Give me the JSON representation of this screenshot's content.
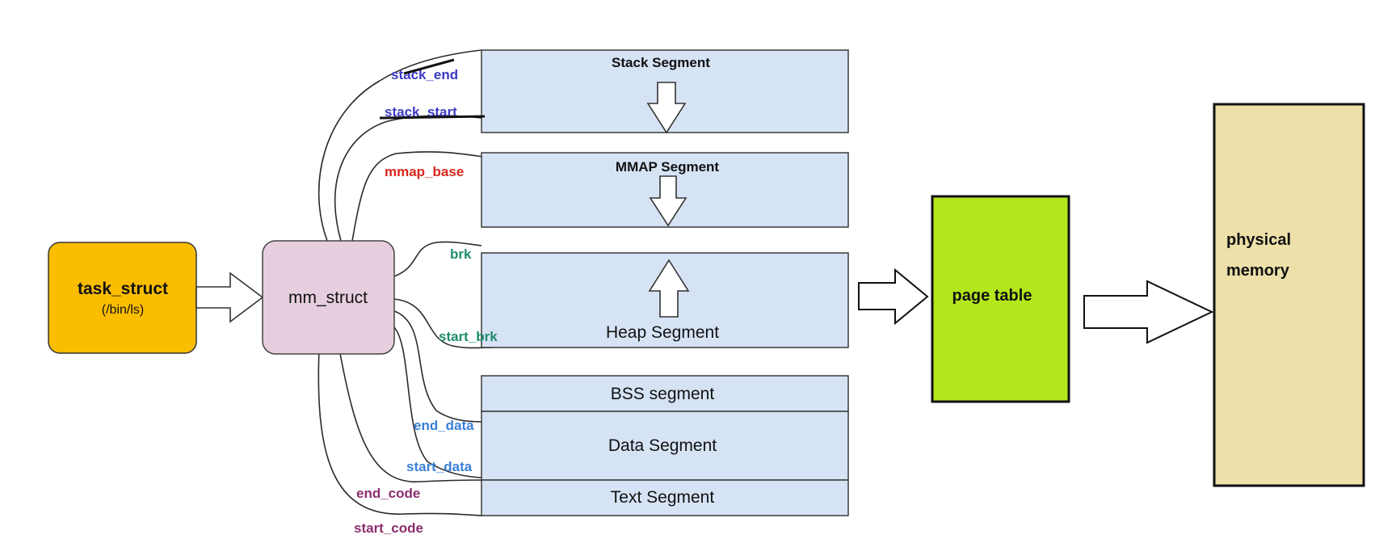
{
  "task_struct": {
    "title": "task_struct",
    "subtitle": "(/bin/ls)"
  },
  "mm_struct": {
    "label": "mm_struct"
  },
  "segments": {
    "stack": "Stack Segment",
    "mmap": "MMAP Segment",
    "heap": "Heap Segment",
    "bss": "BSS segment",
    "data": "Data Segment",
    "text": "Text Segment"
  },
  "pointers": {
    "stack_end": "stack_end",
    "stack_start": "stack_start",
    "mmap_base": "mmap_base",
    "brk": "brk",
    "start_brk": "start_brk",
    "end_data": "end_data",
    "start_data": "start_data",
    "end_code": "end_code",
    "start_code": "start_code"
  },
  "page_table": {
    "label": "page table"
  },
  "physical_memory": {
    "line1": "physical",
    "line2": "memory"
  },
  "colors": {
    "task_struct_fill": "#fbbd00",
    "mm_struct_fill": "#e6cede",
    "segment_fill": "#d6e3f5",
    "page_table_fill": "#b4e61c",
    "physical_memory_fill": "#ede0a9",
    "stack_label": "#3b3bc4",
    "mmap_label": "#d9261c",
    "brk_label": "#1e8c6e",
    "data_label": "#3a7fd6",
    "code_label": "#8c2e6e"
  }
}
